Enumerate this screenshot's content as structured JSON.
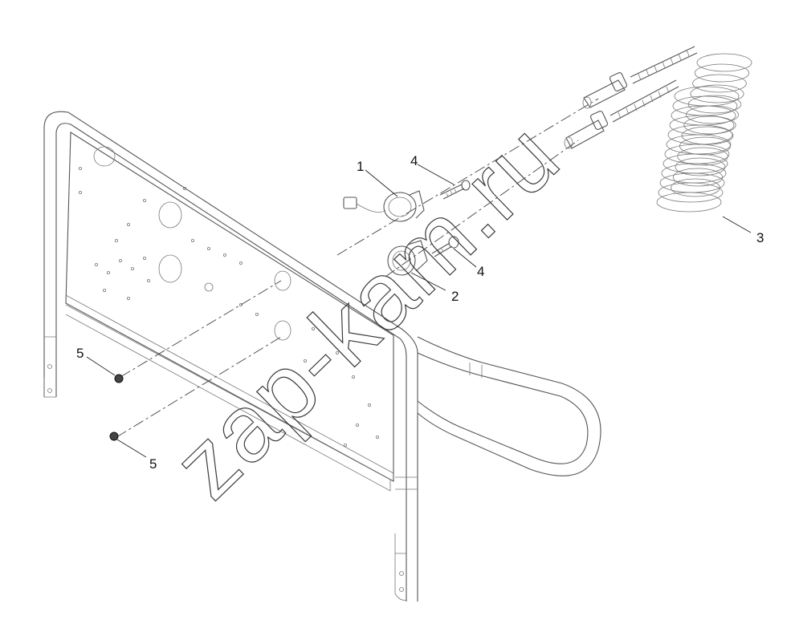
{
  "callouts": [
    {
      "id": "c1",
      "label": "1"
    },
    {
      "id": "c2",
      "label": "2"
    },
    {
      "id": "c3",
      "label": "3"
    },
    {
      "id": "c4a",
      "label": "4"
    },
    {
      "id": "c4b",
      "label": "4"
    },
    {
      "id": "c5a",
      "label": "5"
    },
    {
      "id": "c5b",
      "label": "5"
    }
  ],
  "watermark": "zap-kam.ru"
}
